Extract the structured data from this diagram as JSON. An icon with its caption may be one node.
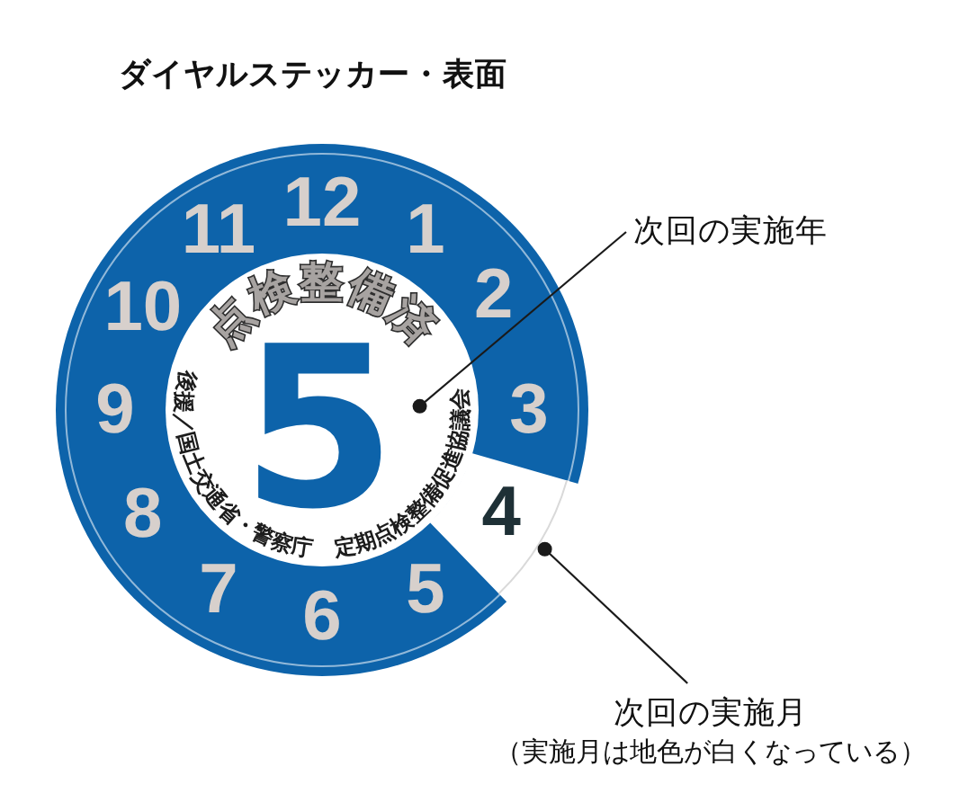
{
  "diagram": {
    "title": "ダイヤルステッカー・表面",
    "nodes": [
      {
        "text": [
          "12",
          "1",
          "2",
          "3",
          "5",
          "6",
          "7",
          "8",
          "9",
          "10",
          "11"
        ]
      },
      {
        "text": [
          "点検整備済",
          "後援／国土交通省・警察庁",
          "定期点検整備促進協議会"
        ],
        "in": 0
      },
      {
        "text": [
          "5"
        ],
        "in": 1
      },
      {
        "text": [
          "4"
        ],
        "in": 0
      },
      {
        "text": [
          "次回の実施年"
        ]
      },
      {
        "text": [
          "次回の実施月",
          "（実施月は地色が白くなっている）"
        ]
      }
    ],
    "edges": [
      {
        "from": 4,
        "to": 2,
        "arrow": "other"
      },
      {
        "from": 5,
        "to": 3,
        "arrow": "other"
      }
    ]
  }
}
